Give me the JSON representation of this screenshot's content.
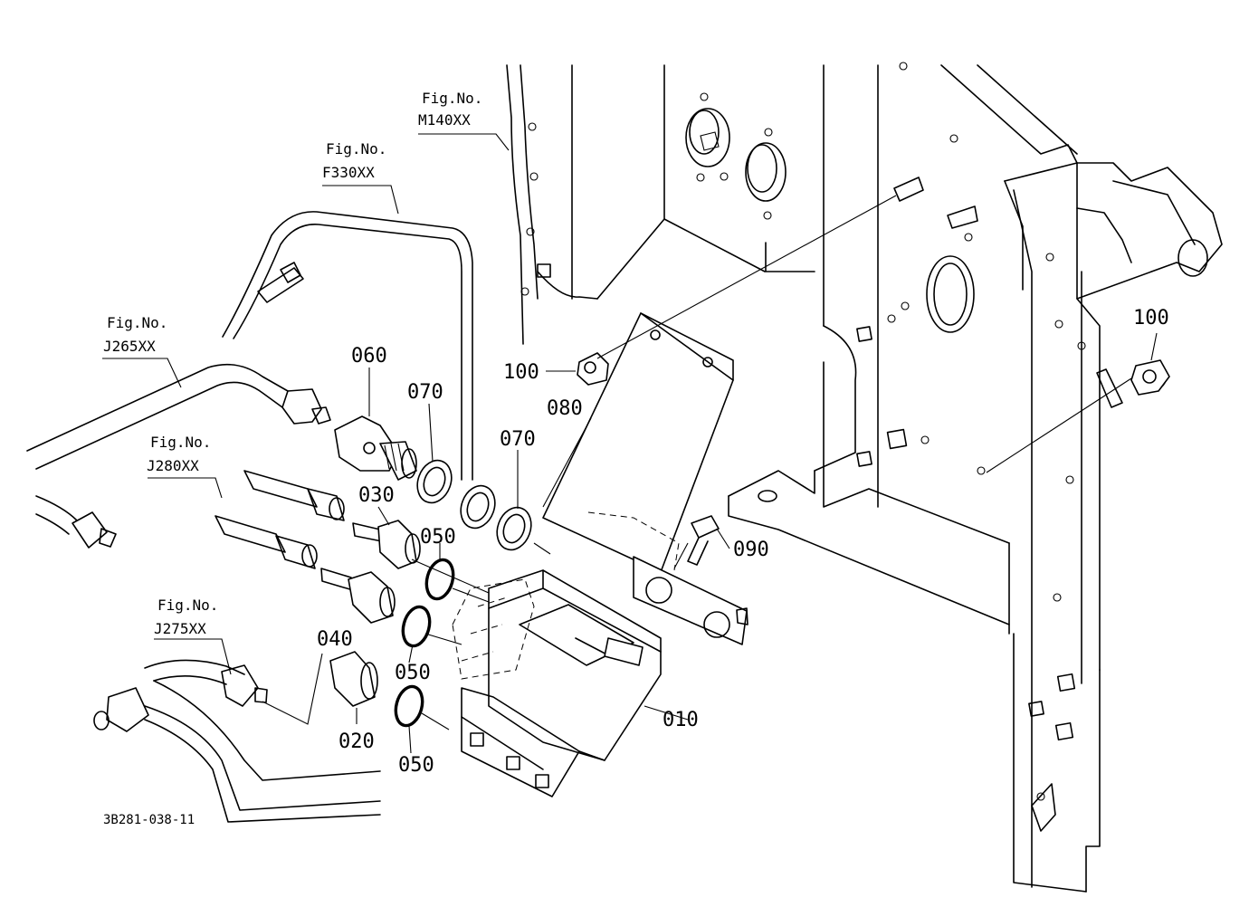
{
  "diagram": {
    "drawing_code": "3B281-038-11",
    "fig_refs": [
      {
        "id": "m140",
        "line1": "Fig.No.",
        "line2": "M140XX"
      },
      {
        "id": "f330",
        "line1": "Fig.No.",
        "line2": "F330XX"
      },
      {
        "id": "j265",
        "line1": "Fig.No.",
        "line2": "J265XX"
      },
      {
        "id": "j280",
        "line1": "Fig.No.",
        "line2": "J280XX"
      },
      {
        "id": "j275",
        "line1": "Fig.No.",
        "line2": "J275XX"
      }
    ],
    "part_labels": [
      {
        "id": "p060",
        "text": "060"
      },
      {
        "id": "p070a",
        "text": "070"
      },
      {
        "id": "p070b",
        "text": "070"
      },
      {
        "id": "p100a",
        "text": "100"
      },
      {
        "id": "p100b",
        "text": "100"
      },
      {
        "id": "p080",
        "text": "080"
      },
      {
        "id": "p030",
        "text": "030"
      },
      {
        "id": "p050a",
        "text": "050"
      },
      {
        "id": "p090",
        "text": "090"
      },
      {
        "id": "p040",
        "text": "040"
      },
      {
        "id": "p050b",
        "text": "050"
      },
      {
        "id": "p010",
        "text": "010"
      },
      {
        "id": "p020",
        "text": "020"
      },
      {
        "id": "p050c",
        "text": "050"
      }
    ]
  }
}
